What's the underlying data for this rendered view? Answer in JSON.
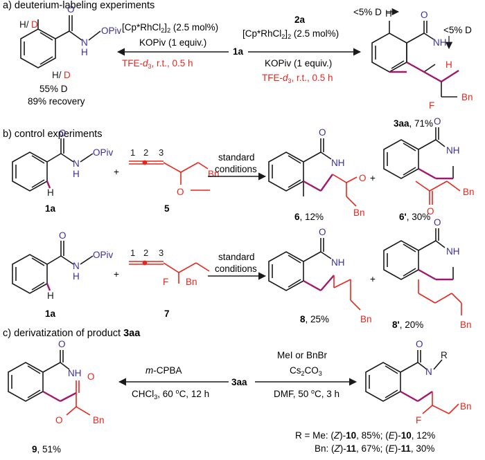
{
  "colors": {
    "bond": "#1a1a1a",
    "heteroatom": "#3a2f9c",
    "highlight": "#e8261c",
    "new_bond": "#a0186e"
  },
  "section_a": {
    "heading": "a)  deuterium-labeling experiments",
    "left_reagent_line1": "[Cp*RhCl",
    "left_reagent_sub1": "2",
    "left_reagent_mid": "]",
    "left_reagent_sub2": "2",
    "left_reagent_end": " (2.5 mol%)",
    "left_base": "KOPiv (1 equiv.)",
    "left_solvent": "TFE-",
    "left_solvent_d": "d",
    "left_solvent_sub": "3",
    "left_cond": ", r.t., 0.5 h",
    "start_label": "1a",
    "partner_label": "2a",
    "right_reagent_line1": "[Cp*RhCl",
    "right_reagent_sub1": "2",
    "right_reagent_mid": "]",
    "right_reagent_sub2": "2",
    "right_reagent_end": " (2.5 mol%)",
    "right_base": "KOPiv (1 equiv.)",
    "right_solvent": "TFE-",
    "right_solvent_d": "d",
    "right_solvent_sub": "3",
    "right_cond": ", r.t., 0.5 h",
    "d_content": "55% D",
    "recovery": "89% recovery",
    "h1": "H/",
    "d1": "D",
    "h2": "H/",
    "d2": "D",
    "opiv": "OPiv",
    "n_atom": "N",
    "n_h": "H",
    "o_atom": "O",
    "ann_1": "<5% D",
    "ann_2": "<5% D",
    "product_label": "3aa",
    "product_yield": ", 71%",
    "nh": "NH",
    "h_atom": "H",
    "f_atom": "F",
    "bn": "Bn"
  },
  "section_b": {
    "heading": "b)  control experiments",
    "sm_label": "1a",
    "sm_label2": "1a",
    "allene_num1": "1",
    "allene_num2": "2",
    "allene_num3": "3",
    "allene2_num1": "1",
    "allene2_num2": "2",
    "allene2_num3": "3",
    "cmpd5": "5",
    "cmpd7": "7",
    "cond1_line1": "standard",
    "cond1_line2": "conditions",
    "cond2_line1": "standard",
    "cond2_line2": "conditions",
    "p6": "6",
    "p6_yield": ", 12%",
    "p6p": "6'",
    "p6p_yield": ", 30%",
    "p8": "8",
    "p8_yield": ", 25%",
    "p8p": "8'",
    "p8p_yield": ", 20%",
    "plus": "+",
    "bn": "Bn",
    "f_atom": "F",
    "nh": "NH",
    "o_atom": "O",
    "opiv": "OPiv",
    "n_atom": "N",
    "n_h": "H",
    "h_atom": "H"
  },
  "section_c": {
    "heading_pre": "c)  derivatization of product ",
    "heading_cmpd": "3aa",
    "left_reagent_m": "m",
    "left_reagent": "-CPBA",
    "left_cond1": "CHCl",
    "left_cond_sub": "3",
    "left_cond2": ", 60 ",
    "left_cond_deg": "o",
    "left_cond3": "C, 12 h",
    "center_label": "3aa",
    "right_reagent": "MeI or BnBr",
    "right_base1": "Cs",
    "right_base_sub1": "2",
    "right_base2": "CO",
    "right_base_sub2": "3",
    "right_cond1": "DMF, 50 ",
    "right_cond_deg": "o",
    "right_cond2": "C, 3 h",
    "p9": "9",
    "p9_yield": ", 51%",
    "result1_pre": "R = Me: (",
    "result1_z": "Z",
    "result1_mid": ")-",
    "result1_c1": "10",
    "result1_y1": ", 85%; (",
    "result1_e": "E",
    "result1_mid2": ")-",
    "result1_c2": "10",
    "result1_y2": ", 12%",
    "result2_pre": "Bn: (",
    "result2_z": "Z",
    "result2_mid": ")-",
    "result2_c1": "11",
    "result2_y1": ", 67%; (",
    "result2_e": "E",
    "result2_mid2": ")-",
    "result2_c2": "11",
    "result2_y2": ", 30%",
    "r_group": "R",
    "n_atom": "N",
    "nh": "NH",
    "o_atom": "O",
    "f_atom": "F",
    "bn": "Bn"
  }
}
